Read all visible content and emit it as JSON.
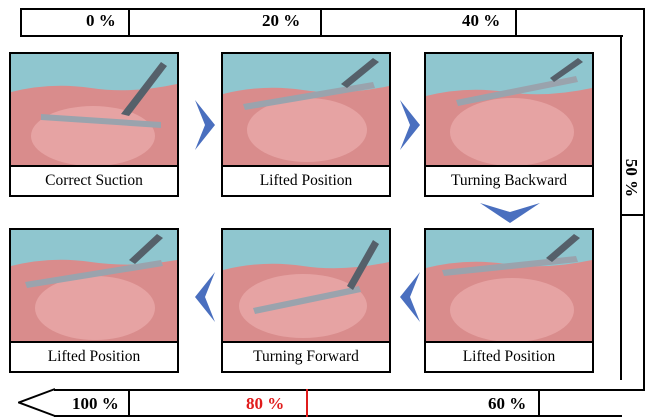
{
  "progress": {
    "top_labels": [
      "0 %",
      "20 %",
      "40 %"
    ],
    "right_label": "50 %",
    "bottom_labels": [
      "100 %",
      "80 %",
      "60 %"
    ],
    "highlight_color": "#e01b1b",
    "current_fraction": 0.8
  },
  "panels": [
    {
      "caption": "Correct Suction"
    },
    {
      "caption": "Lifted Position"
    },
    {
      "caption": "Turning Backward"
    },
    {
      "caption": "Lifted Position"
    },
    {
      "caption": "Turning Forward"
    },
    {
      "caption": "Lifted Position"
    }
  ],
  "colors": {
    "arrow": "#4a6fbf",
    "tissue": "#d98c8c",
    "organ": "#e6a3a3",
    "background": "#8fc6cf",
    "tool": "#9aa3ad"
  }
}
